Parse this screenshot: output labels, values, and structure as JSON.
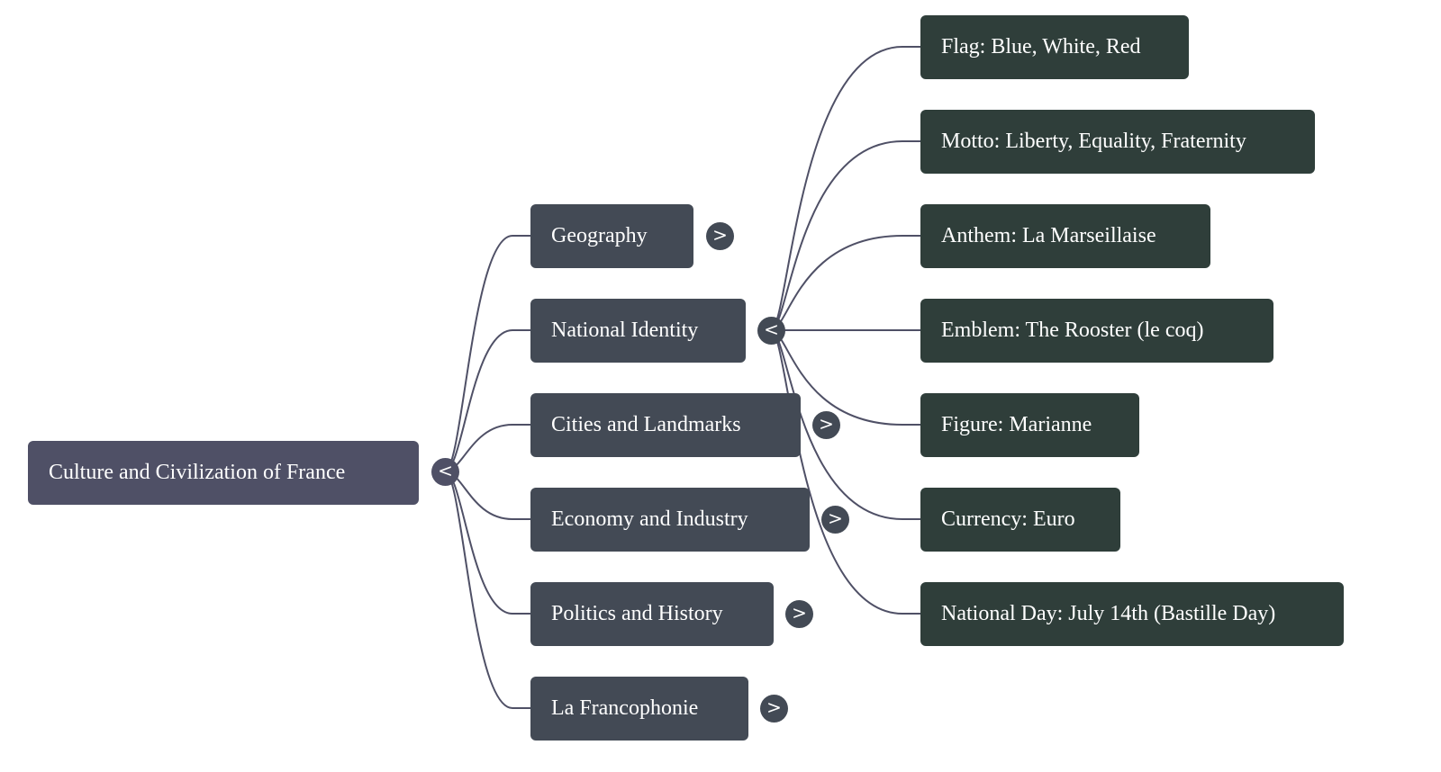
{
  "root": {
    "label": "Culture and Civilization of France",
    "toggle": "<"
  },
  "branches": [
    {
      "label": "Geography",
      "toggle": ">"
    },
    {
      "label": "National Identity",
      "toggle": "<"
    },
    {
      "label": "Cities and Landmarks",
      "toggle": ">"
    },
    {
      "label": "Economy and Industry",
      "toggle": ">"
    },
    {
      "label": "Politics and History",
      "toggle": ">"
    },
    {
      "label": "La Francophonie",
      "toggle": ">"
    }
  ],
  "national_identity_children": [
    {
      "label": "Flag: Blue, White, Red"
    },
    {
      "label": "Motto: Liberty, Equality, Fraternity"
    },
    {
      "label": "Anthem: La Marseillaise"
    },
    {
      "label": "Emblem: The Rooster (le coq)"
    },
    {
      "label": "Figure: Marianne"
    },
    {
      "label": "Currency: Euro"
    },
    {
      "label": "National Day: July 14th (Bastille Day)"
    }
  ],
  "colors": {
    "root": "#4f5066",
    "branch": "#434a55",
    "leaf": "#2f3e3a",
    "link": "#4f5066"
  }
}
